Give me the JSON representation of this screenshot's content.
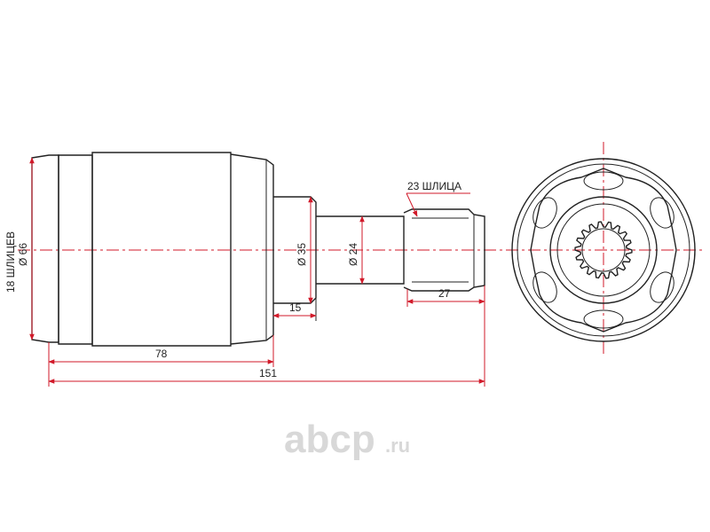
{
  "dimensions": {
    "splines_left": "18 ШЛИЦЕВ",
    "diameter_66": "Ø 66",
    "diameter_35": "Ø 35",
    "diameter_24": "Ø 24",
    "splines_right": "23 ШЛИЦА",
    "length_15": "15",
    "length_27": "27",
    "length_78": "78",
    "length_151": "151"
  },
  "watermark": {
    "brand": "abcp",
    "tld": ".ru"
  },
  "colors": {
    "outline": "#222222",
    "dimension": "#d11a2a",
    "watermark": "#d8d8d8"
  }
}
